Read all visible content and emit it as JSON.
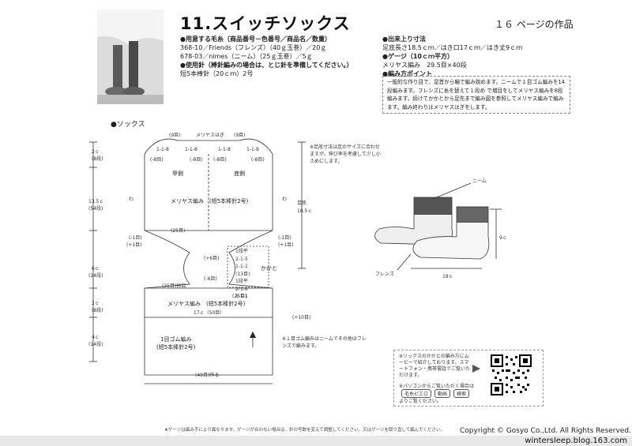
{
  "header": {
    "title": "11.スイッチソックス",
    "page_ref": "１６ ページの作品"
  },
  "materials": {
    "heading": "●用意する毛糸（商品番号－色番号／商品名／数量）",
    "line1": "368-10／Friends（フレンズ）（40ｇ玉巻）／20ｇ",
    "line2": "678-03／nimes（ニーム）（25ｇ玉巻）／5ｇ",
    "needle_heading": "●使用針（棒針編みの場合は、とじ針を準備してください。）",
    "needle": "短5本棒針（20ｃｍ）2号"
  },
  "size": {
    "heading": "●出来上り寸法",
    "value": "足底長さ18.5ｃｍ／はき口17ｃｍ／はき丈9ｃｍ",
    "gauge_heading": "●ゲージ（10ｃｍ平方）",
    "gauge": "メリヤス編み　29.5目×40段",
    "points_heading": "●編み方ポイント",
    "points": "一般的な作り目で、足首から輪で編み始めます。ニームで１目ゴム編みを14段編みます。フレンズに糸を替えて１段め で増目をしてメリヤス編みを8段編みます。続けてかかとから足先まで編み図を参照してメリヤス編みで編みます。編み終わりはメリヤスはぎをします。"
  },
  "diagram": {
    "heading": "●ソックス",
    "top_left": "(9目)",
    "top_mid": "メリヤスはぎ",
    "top_right": "(9目)",
    "dec_a": "1-1-8",
    "dec_b": "1-1-8",
    "dec_c": "1-1-8",
    "dec_d": "1-1-8",
    "minus8_1": "(-8目)",
    "minus8_2": "(-8目)",
    "minus8_3": "(-8目)",
    "minus8_4": "(-8目)",
    "instep": "甲側",
    "sole": "底側",
    "body_text": "メリヤス編み　(短5本棒針2号)",
    "wa_left": "わ",
    "wa_right": "わ",
    "sts25_top": "(25目)",
    "minus1_l": "(-1目)",
    "plus1_l": "(+1目)",
    "minus1_r": "(-1目)",
    "plus1_r": "(+1目)",
    "dim_2c_top": "2ｃ",
    "dim_2c_top_r": "(8段)",
    "dim_135": "13.5ｃ",
    "dim_135_r": "(54段)",
    "dim_6c": "6ｃ",
    "dim_6c_r": "(24段)",
    "dim_2c_mid": "2ｃ",
    "dim_2c_mid_r": "(8段)",
    "dim_4c": "4ｃ",
    "dim_4c_r": "(14段)",
    "sole_len": "足底",
    "sole_len2": "18.5ｃ",
    "heel_label": "かかと",
    "heel_rows": [
      "1段平",
      "2-1-5",
      "1-1-1",
      "(13目)",
      "1段平",
      "2-1-6",
      "1-1-1"
    ],
    "plus6": "(+6目)",
    "minus6": "(-6目)",
    "sts25_mid": "(25目)",
    "sts25_rest": "(25目)休目",
    "leg_text": "メリヤス編み　(短5本棒針2号)",
    "width17": "17ｃ（50目）",
    "plus10": "(+10目)",
    "rib_text1": "1目ゴム編み",
    "rib_text2": "(短5本棒針2号)",
    "cast_on": "(40目)作る",
    "note_size": "※足底寸法は足のサイズに合わせますが、伸び率を考慮して少し小さめにします。",
    "note_rib": "※１目ゴム編みはニームでその他はフレンズで編みます。",
    "label_nimes": "ニーム",
    "label_friends": "フレンズ",
    "dim_18": "18ｃ",
    "dim_9": "9ｃ"
  },
  "qr": {
    "line1": "※ソックスのかかとの編み方にムービーで紹介しております。スマートフォン・携帯電話でご覧いただけます。",
    "line2": "※パソコンからご覧いただく場合は",
    "btn1": "毛糸ピエロ",
    "btn2": "動画",
    "btn3": "検索",
    "line3": "よりご覧ください。"
  },
  "footer": {
    "note": "★ゲージは編み手により異なります。ゲージが合わない場合は、針の号数を変えて調整してください。又はゲージを取り直して編んでください。",
    "copyright": "Copyright © Gosyo Co.,Ltd. All Rights Reserved.",
    "blog": "wintersleep.blog.163.com"
  }
}
